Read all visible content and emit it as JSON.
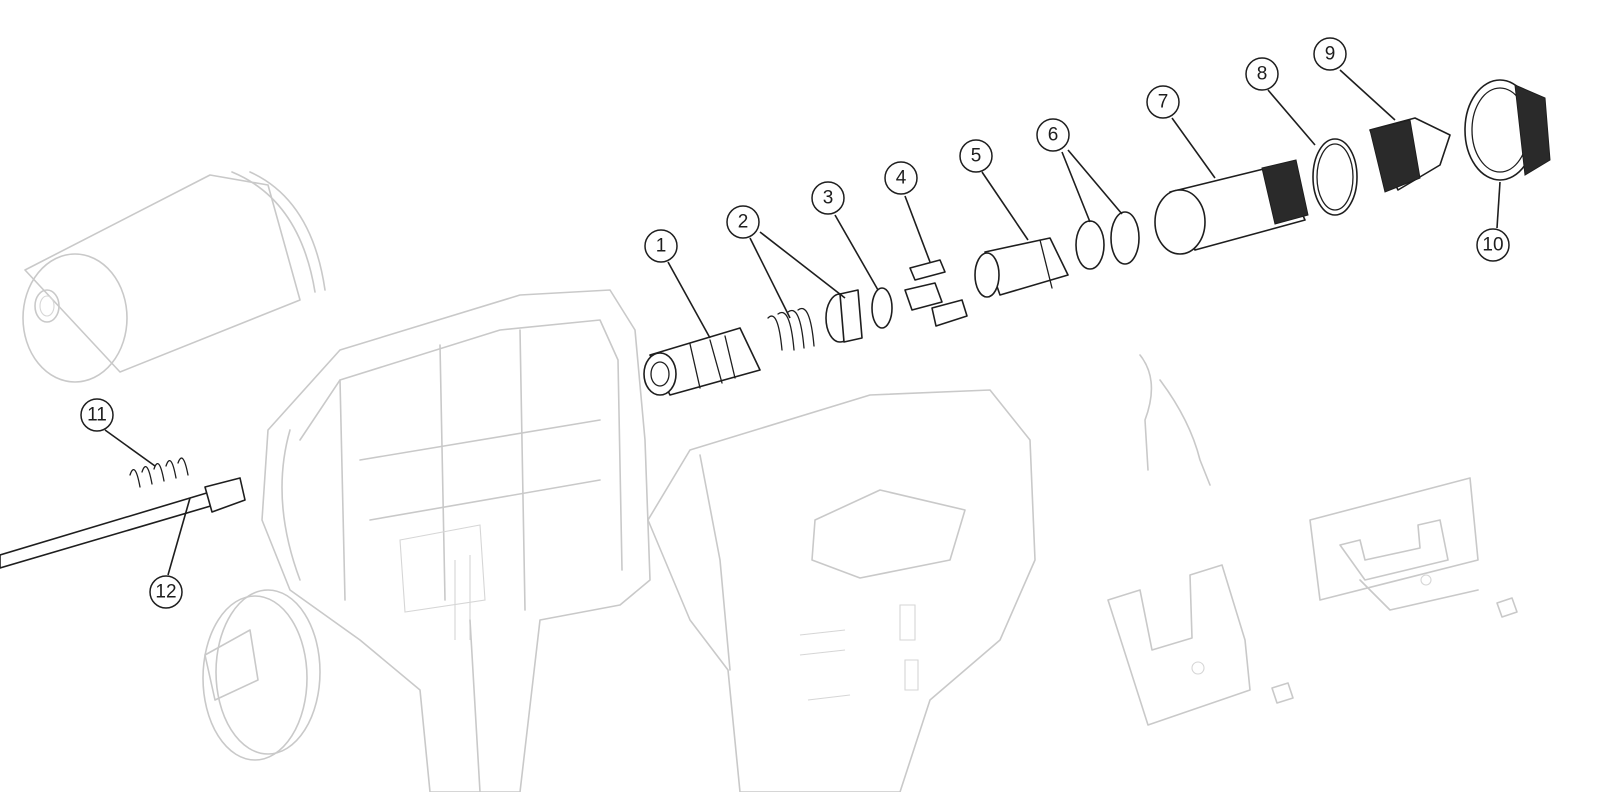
{
  "callouts": [
    {
      "id": "1",
      "label": "1"
    },
    {
      "id": "2",
      "label": "2"
    },
    {
      "id": "3",
      "label": "3"
    },
    {
      "id": "4",
      "label": "4"
    },
    {
      "id": "5",
      "label": "5"
    },
    {
      "id": "6",
      "label": "6"
    },
    {
      "id": "7",
      "label": "7"
    },
    {
      "id": "8",
      "label": "8"
    },
    {
      "id": "9",
      "label": "9"
    },
    {
      "id": "10",
      "label": "10"
    },
    {
      "id": "11",
      "label": "11"
    },
    {
      "id": "12",
      "label": "12"
    }
  ],
  "colors": {
    "line": "#1e1e1e",
    "ghost": "#c9c9c9",
    "background": "#ffffff"
  }
}
